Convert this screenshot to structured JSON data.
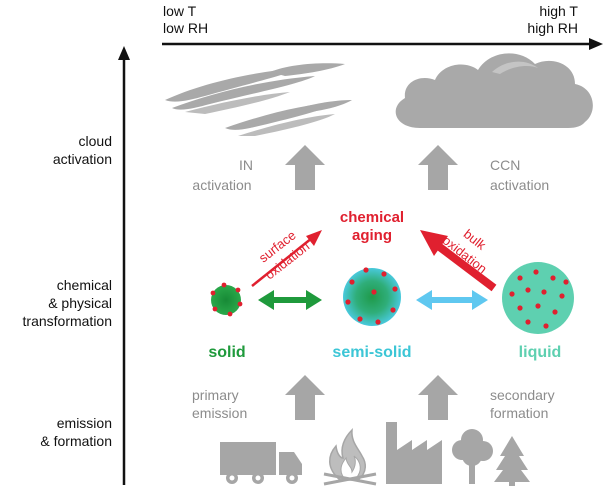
{
  "axis": {
    "left_line1": "low T",
    "left_line2": "low RH",
    "right_line1": "high T",
    "right_line2": "high RH"
  },
  "levels": {
    "cloud_line1": "cloud",
    "cloud_line2": "activation",
    "chem_line1": "chemical",
    "chem_line2": "& physical",
    "chem_line3": "transformation",
    "emis_line1": "emission",
    "emis_line2": "& formation"
  },
  "activation": {
    "in_line1": "IN",
    "in_line2": "activation",
    "ccn_line1": "CCN",
    "ccn_line2": "activation"
  },
  "aging": {
    "title_line1": "chemical",
    "title_line2": "aging",
    "surface_line1": "surface",
    "surface_line2": "oxidation",
    "bulk_line1": "bulk",
    "bulk_line2": "oxidation"
  },
  "phases": {
    "solid": "solid",
    "semi_solid": "semi-solid",
    "liquid": "liquid"
  },
  "sources": {
    "primary_line1": "primary",
    "primary_line2": "emission",
    "secondary_line1": "secondary",
    "secondary_line2": "formation"
  },
  "colors": {
    "gray": "#a6a6a6",
    "red": "#e0202f",
    "solid_green": "#1f9a3c",
    "semi_cyan": "#3cc6d6",
    "liquid_teal": "#5ed0b0",
    "light_blue_arrow": "#5fc8f0"
  },
  "icons": [
    "truck-icon",
    "fire-icon",
    "factory-icon",
    "trees-icon"
  ]
}
